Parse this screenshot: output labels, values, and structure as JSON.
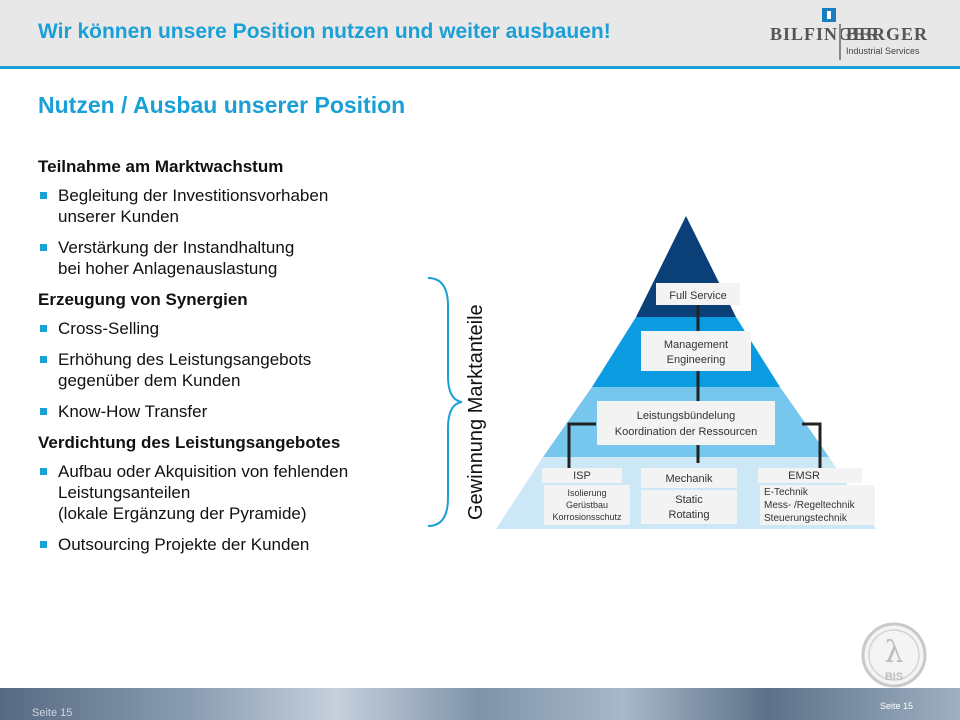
{
  "header": {
    "title": "Wir können unsere Position nutzen und weiter ausbauen!"
  },
  "logo": {
    "left_word": "BILFINGER",
    "right_word": "BERGER",
    "subtitle": "Industrial Services"
  },
  "page_title": "Nutzen / Ausbau unserer Position",
  "sections": [
    {
      "heading": "Teilnahme am Marktwachstum",
      "bullets": [
        [
          "Begleitung der Investitionsvorhaben",
          "unserer Kunden"
        ],
        [
          "Verstärkung der Instandhaltung",
          "bei hoher Anlagenauslastung"
        ]
      ]
    },
    {
      "heading": "Erzeugung von Synergien",
      "bullets": [
        [
          "Cross-Selling"
        ],
        [
          "Erhöhung des Leistungsangebots",
          "gegenüber dem Kunden"
        ],
        [
          "Know-How Transfer"
        ]
      ]
    },
    {
      "heading": "Verdichtung des Leistungsangebotes",
      "bullets": [
        [
          "Aufbau oder Akquisition von fehlenden",
          "Leistungsanteilen",
          "(lokale Ergänzung der Pyramide)"
        ],
        [
          "Outsourcing Projekte der Kunden"
        ]
      ]
    }
  ],
  "vertical_label": "Gewinnung Marktanteile",
  "pyramid": {
    "full_service": "Full Service",
    "management": [
      "Management",
      "Engineering"
    ],
    "buendelung": [
      "Leistungsbündelung",
      "Koordination der Ressourcen"
    ],
    "isp": "ISP",
    "isp_items": [
      "Isolierung",
      "Gerüstbau",
      "Korrosionsschutz"
    ],
    "mechanik": "Mechanik",
    "mechanik_items": [
      "Static",
      "Rotating"
    ],
    "emsr": "EMSR",
    "emsr_items": [
      "E-Technik",
      "Mess- /Regeltechnik",
      "Steuerungstechnik"
    ]
  },
  "colors": {
    "accent": "#1a9fd6",
    "tier1": "#0b3f78",
    "tier2": "#0a9be0",
    "tier3": "#77c6ee",
    "tier4": "#cce8f7"
  },
  "footer": {
    "left": "Seite 15",
    "right": "Seite 15"
  },
  "bis_logo": {
    "text": "BIS",
    "glyph": "λ"
  }
}
